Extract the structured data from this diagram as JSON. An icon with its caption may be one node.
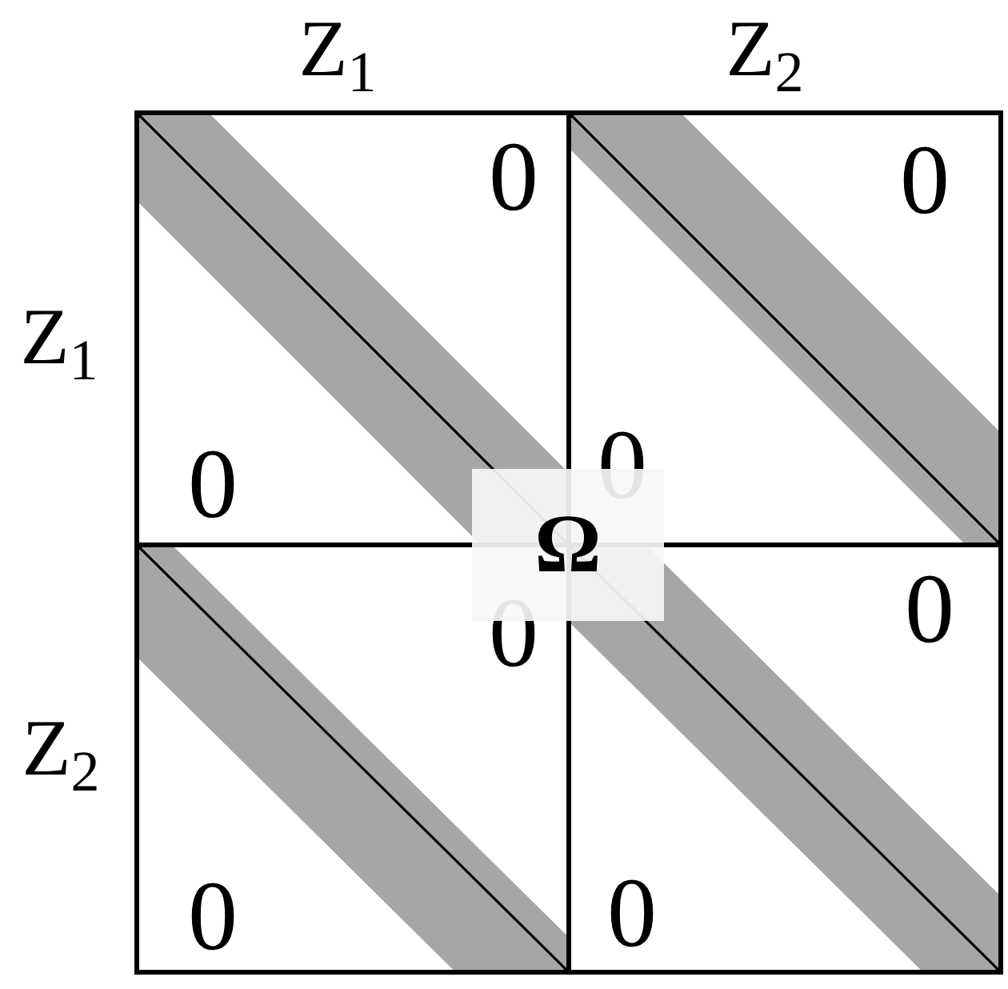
{
  "diagram": {
    "nodes": [
      {
        "text": [
          "0",
          "0"
        ]
      },
      {
        "text": [
          "0",
          "0"
        ]
      },
      {
        "text": [
          "0",
          "0"
        ]
      },
      {
        "text": [
          "0",
          "0"
        ]
      },
      {
        "text": [
          "Ω"
        ]
      }
    ],
    "labels": [
      "Z$_{1}$",
      "Z$_{2}$",
      "Z$_{1}$",
      "Z$_{2}$"
    ]
  }
}
